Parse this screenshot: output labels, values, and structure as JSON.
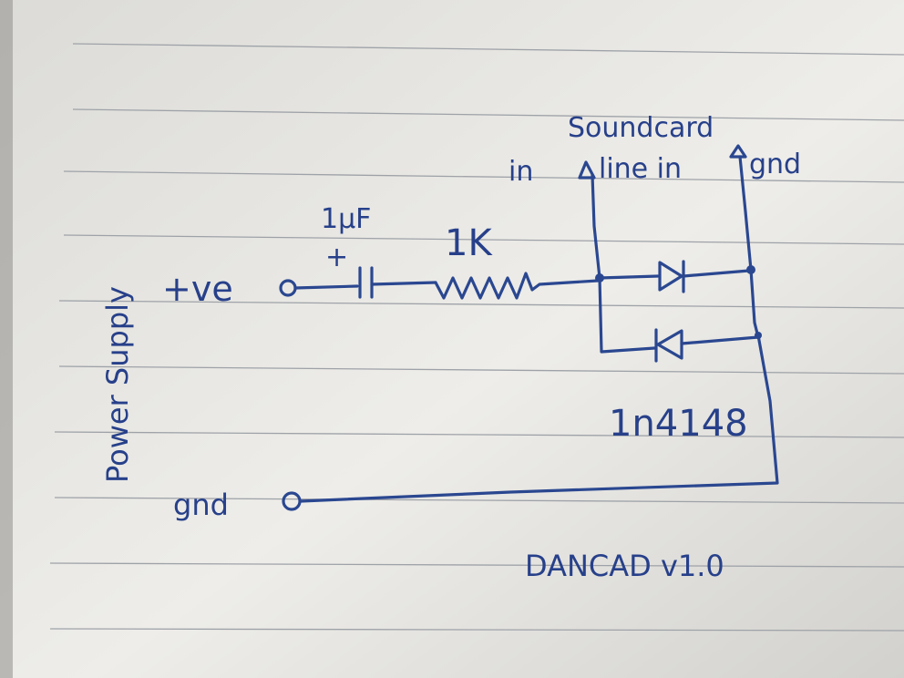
{
  "labels": {
    "soundcard": "Soundcard",
    "in": "in",
    "line_in": "line in",
    "gnd_top": "gnd",
    "capacitor": "1µF",
    "plus": "+",
    "resistor": "1K",
    "positive": "+ve",
    "power_supply": "Power Supply",
    "diode": "1n4148",
    "gnd_bottom": "gnd",
    "signature": "DANCAD v1.0"
  },
  "colors": {
    "ink": "#2a4790",
    "paper": "#e9e8e4",
    "rule": "#9ea2a8"
  }
}
